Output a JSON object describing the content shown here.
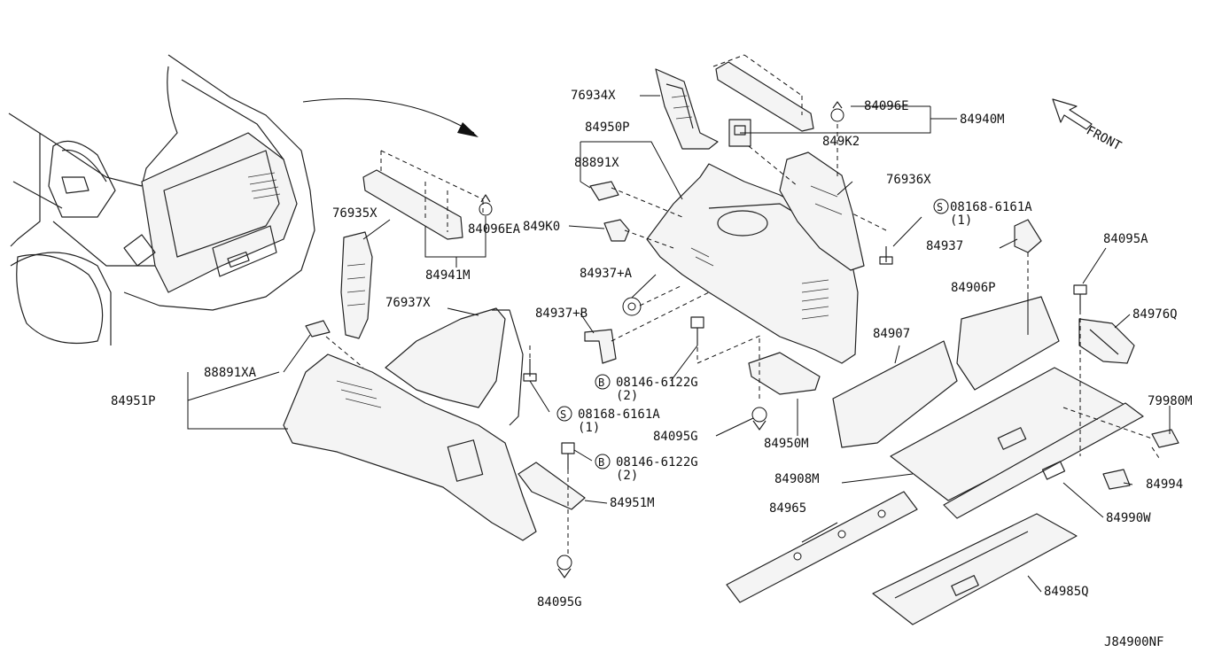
{
  "diagram_code": "J84900NF",
  "front_label": "FRONT",
  "labels": {
    "p76934X": "76934X",
    "p84950P": "84950P",
    "p88891X": "88891X",
    "p849K0": "849K0",
    "p84937A": "84937+A",
    "p84937B": "84937+B",
    "p84096E": "84096E",
    "p84940M": "84940M",
    "p849K2": "849K2",
    "p76936X": "76936X",
    "p08168_right": "08168-6161A",
    "p08168_right_qty": "(1)",
    "p84937": "84937",
    "p84095A": "84095A",
    "p84906P": "84906P",
    "p84976Q": "84976Q",
    "p84907": "84907",
    "p79980M": "79980M",
    "p84908M": "84908M",
    "p84994": "84994",
    "p84990W": "84990W",
    "p84965": "84965",
    "p84985Q": "84985Q",
    "p76935X": "76935X",
    "p84096EA": "84096EA",
    "p84941M": "84941M",
    "p76937X": "76937X",
    "p88891XA": "88891XA",
    "p84951P": "84951P",
    "p08168_mid": "08168-6161A",
    "p08168_mid_qty": "(1)",
    "p08146_top": "08146-6122G",
    "p08146_top_qty": "(2)",
    "p08146_bot": "08146-6122G",
    "p08146_bot_qty": "(2)",
    "p84095G_mid": "84095G",
    "p84950M": "84950M",
    "p84951M": "84951M",
    "p84095G_bot": "84095G"
  },
  "prefix_symbols": {
    "s": "S",
    "b": "B"
  }
}
